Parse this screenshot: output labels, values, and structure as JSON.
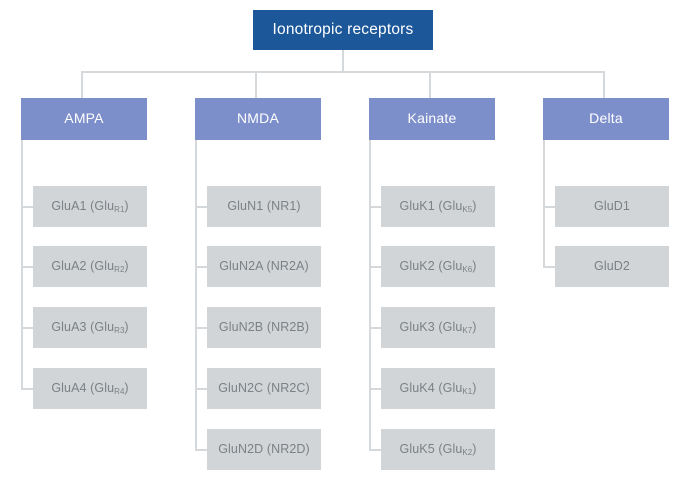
{
  "diagram": {
    "title": "Ionotropic receptors",
    "type": "hierarchy-tree",
    "colors": {
      "root_fill": "#1c5799",
      "root_text": "#ffffff",
      "category_fill": "#7d8fcb",
      "category_text": "#ffffff",
      "leaf_fill": "#d2d5d8",
      "leaf_text": "#7b8184",
      "connector": "#d6d9dc",
      "background": "#ffffff"
    }
  },
  "root": {
    "label": "Ionotropic receptors"
  },
  "categories": [
    {
      "id": "ampa",
      "label": "AMPA",
      "children": [
        {
          "name": "GluA1",
          "alias_prefix": "Glu",
          "alias_sub": "R1",
          "alias_suffix": "",
          "full": "GluA1 (GluR1)"
        },
        {
          "name": "GluA2",
          "alias_prefix": "Glu",
          "alias_sub": "R2",
          "alias_suffix": "",
          "full": "GluA2 (GluR2)"
        },
        {
          "name": "GluA3",
          "alias_prefix": "Glu",
          "alias_sub": "R3",
          "alias_suffix": "",
          "full": "GluA3 (GluR3)"
        },
        {
          "name": "GluA4",
          "alias_prefix": "Glu",
          "alias_sub": "R4",
          "alias_suffix": "",
          "full": "GluA4 (GluR4)"
        }
      ]
    },
    {
      "id": "nmda",
      "label": "NMDA",
      "children": [
        {
          "name": "GluN1",
          "alias_prefix": "NR1",
          "alias_sub": "",
          "alias_suffix": "",
          "full": "GluN1 (NR1)"
        },
        {
          "name": "GluN2A",
          "alias_prefix": "NR2A",
          "alias_sub": "",
          "alias_suffix": "",
          "full": "GluN2A (NR2A)"
        },
        {
          "name": "GluN2B",
          "alias_prefix": "NR2B",
          "alias_sub": "",
          "alias_suffix": "",
          "full": "GluN2B (NR2B)"
        },
        {
          "name": "GluN2C",
          "alias_prefix": "NR2C",
          "alias_sub": "",
          "alias_suffix": "",
          "full": "GluN2C (NR2C)"
        },
        {
          "name": "GluN2D",
          "alias_prefix": "NR2D",
          "alias_sub": "",
          "alias_suffix": "",
          "full": "GluN2D (NR2D)"
        }
      ]
    },
    {
      "id": "kainate",
      "label": "Kainate",
      "children": [
        {
          "name": "GluK1",
          "alias_prefix": "Glu",
          "alias_sub": "K5",
          "alias_suffix": "",
          "full": "GluK1 (GluK5)"
        },
        {
          "name": "GluK2",
          "alias_prefix": "Glu",
          "alias_sub": "K6",
          "alias_suffix": "",
          "full": "GluK2 (GluK6)"
        },
        {
          "name": "GluK3",
          "alias_prefix": "Glu",
          "alias_sub": "K7",
          "alias_suffix": "",
          "full": "GluK3 (GluK7)"
        },
        {
          "name": "GluK4",
          "alias_prefix": "Glu",
          "alias_sub": "K1",
          "alias_suffix": "",
          "full": "GluK4 (GluK1)"
        },
        {
          "name": "GluK5",
          "alias_prefix": "Glu",
          "alias_sub": "K2",
          "alias_suffix": "",
          "full": "GluK5 (GluK2)"
        }
      ]
    },
    {
      "id": "delta",
      "label": "Delta",
      "children": [
        {
          "name": "GluD1",
          "alias_prefix": "",
          "alias_sub": "",
          "alias_suffix": "",
          "full": "GluD1"
        },
        {
          "name": "GluD2",
          "alias_prefix": "",
          "alias_sub": "",
          "alias_suffix": "",
          "full": "GluD2"
        }
      ]
    }
  ]
}
